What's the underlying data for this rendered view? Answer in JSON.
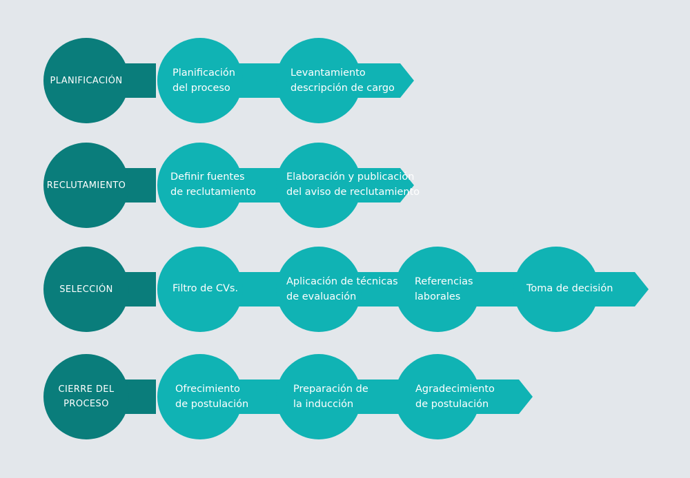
{
  "stages": [
    {
      "title": "PLANIFICACIÓN",
      "steps": [
        {
          "lines": [
            "Planificación",
            "del proceso"
          ]
        },
        {
          "lines": [
            "Levantamiento",
            "descripción de cargo"
          ]
        }
      ]
    },
    {
      "title": "RECLUTAMIENTO",
      "steps": [
        {
          "lines": [
            "Definir fuentes",
            "de reclutamiento"
          ]
        },
        {
          "lines": [
            "Elaboración y publicación",
            "del aviso de reclutamiento"
          ]
        }
      ]
    },
    {
      "title": "SELECCIÓN",
      "steps": [
        {
          "lines": [
            "Filtro de CVs."
          ]
        },
        {
          "lines": [
            "Aplicación de técnicas",
            "de evaluación"
          ]
        },
        {
          "lines": [
            "Referencias",
            "laborales"
          ]
        },
        {
          "lines": [
            "Toma de decisión"
          ]
        }
      ]
    },
    {
      "title": "CIERRE DEL PROCESO",
      "title_lines": [
        "CIERRE DEL",
        "PROCESO"
      ],
      "steps": [
        {
          "lines": [
            "Ofrecimiento",
            "de postulación"
          ]
        },
        {
          "lines": [
            "Preparación de",
            "la inducción"
          ]
        },
        {
          "lines": [
            "Agradecimiento",
            "de postulación"
          ]
        }
      ]
    }
  ],
  "colors": {
    "background": "#e3e7eb",
    "stage": "#0a7d7b",
    "step": "#10b3b4",
    "text": "#ffffff"
  }
}
